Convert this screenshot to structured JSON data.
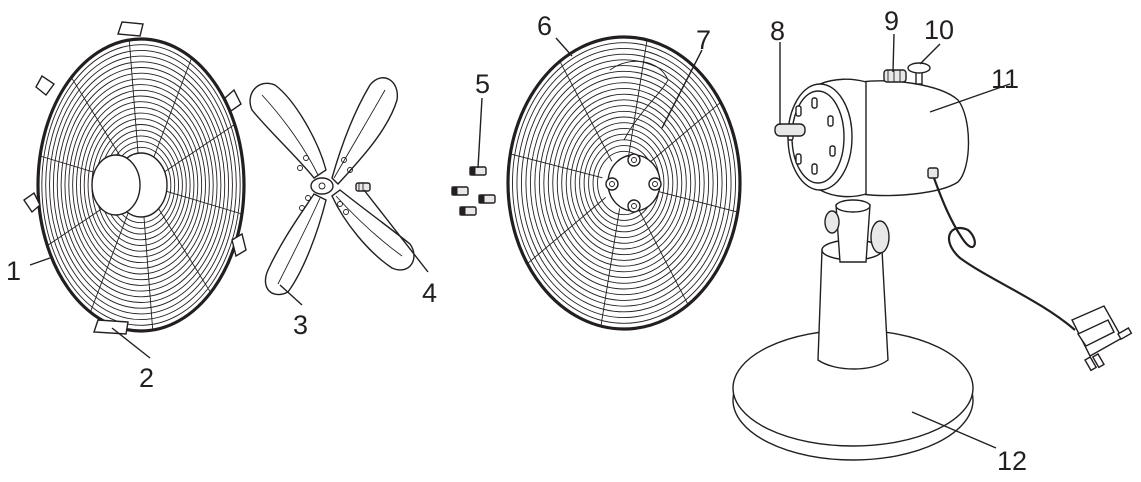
{
  "callouts": [
    {
      "id": "1",
      "label": "1"
    },
    {
      "id": "2",
      "label": "2"
    },
    {
      "id": "3",
      "label": "3"
    },
    {
      "id": "4",
      "label": "4"
    },
    {
      "id": "5",
      "label": "5"
    },
    {
      "id": "6",
      "label": "6"
    },
    {
      "id": "7",
      "label": "7"
    },
    {
      "id": "8",
      "label": "8"
    },
    {
      "id": "9",
      "label": "9"
    },
    {
      "id": "10",
      "label": "10"
    },
    {
      "id": "11",
      "label": "11"
    },
    {
      "id": "12",
      "label": "12"
    }
  ],
  "colors": {
    "line": "#231f20",
    "background": "#ffffff"
  }
}
